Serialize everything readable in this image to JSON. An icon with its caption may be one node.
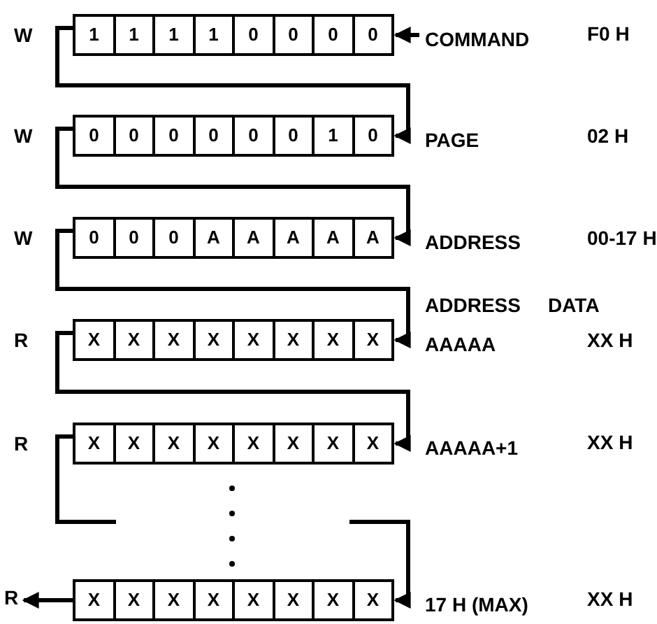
{
  "diagram": {
    "nodes": [
      {
        "text": [
          "1",
          "1",
          "1",
          "1",
          "0",
          "0",
          "0",
          "0"
        ],
        "beside": [
          "W",
          "COMMAND"
        ]
      },
      {
        "text": [
          "0",
          "0",
          "0",
          "0",
          "0",
          "0",
          "1",
          "0"
        ],
        "beside": [
          "W",
          "PAGE"
        ]
      },
      {
        "text": [
          "0",
          "0",
          "0",
          "A",
          "A",
          "A",
          "A",
          "A"
        ],
        "beside": [
          "W",
          "ADDRESS"
        ]
      },
      {
        "text": [
          "X",
          "X",
          "X",
          "X",
          "X",
          "X",
          "X",
          "X"
        ],
        "beside": [
          "R",
          "AAAAA"
        ]
      },
      {
        "text": [
          "X",
          "X",
          "X",
          "X",
          "X",
          "X",
          "X",
          "X"
        ],
        "beside": [
          "R",
          "AAAAA+1"
        ]
      },
      {
        "text": [
          "X",
          "X",
          "X",
          "X",
          "X",
          "X",
          "X",
          "X"
        ],
        "beside": [
          "17 H (MAX)"
        ]
      },
      {
        "text": [
          "R"
        ]
      }
    ],
    "edges": [
      {
        "from": null,
        "to": 0,
        "arrow": "to"
      },
      {
        "from": 0,
        "to": 1,
        "arrow": "to"
      },
      {
        "from": 1,
        "to": 2,
        "arrow": "to"
      },
      {
        "from": 2,
        "to": 3,
        "arrow": "to"
      },
      {
        "from": 3,
        "to": 4,
        "arrow": "to"
      },
      {
        "from": 4,
        "to": 5,
        "arrow": "to",
        "style": "dashed"
      },
      {
        "from": 5,
        "to": 6,
        "arrow": "to"
      }
    ],
    "labels": [
      "F0 H",
      "02 H",
      "00-17 H",
      "ADDRESS",
      "DATA",
      "XX H",
      "XX H",
      "XX H"
    ]
  }
}
